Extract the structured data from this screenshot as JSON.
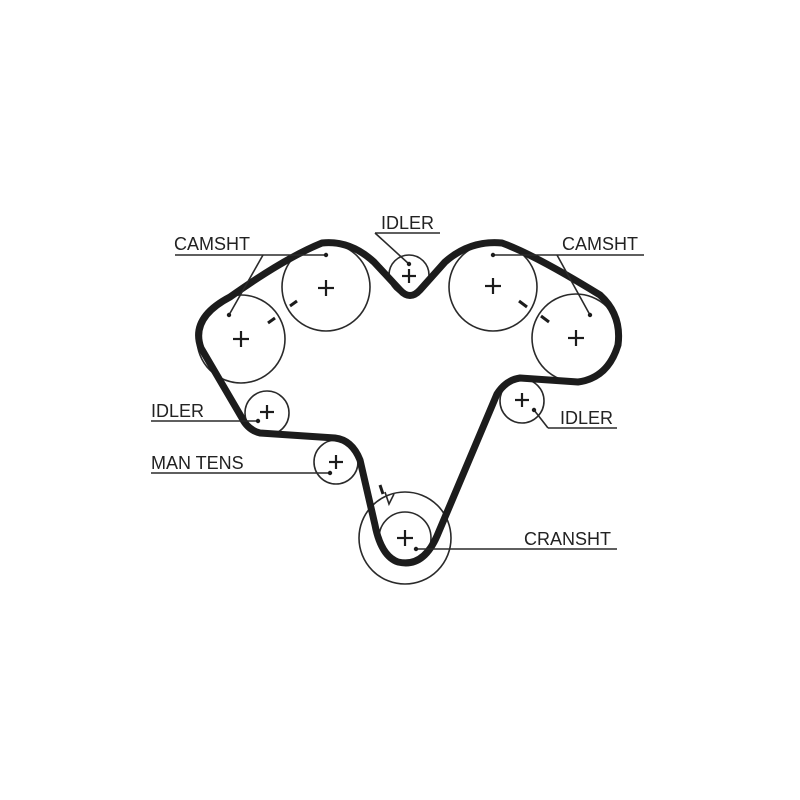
{
  "labels": {
    "camsht_left": "CAMSHT",
    "camsht_right": "CAMSHT",
    "idler_top": "IDLER",
    "idler_left": "IDLER",
    "idler_right": "IDLER",
    "man_tens": "MAN TENS",
    "cranksht": "CRANSHT"
  },
  "colors": {
    "ink": "#1c1c1c",
    "background": "#ffffff"
  }
}
